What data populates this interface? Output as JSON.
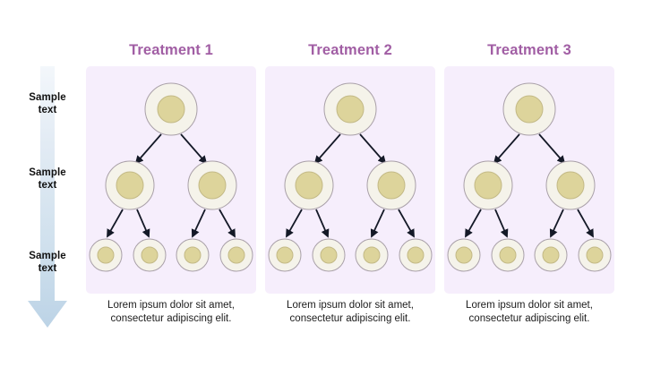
{
  "figure": {
    "background_color": "#ffffff",
    "panel_color": "#f6eefc",
    "title_color": "#a15ea4",
    "cell_outer_color": "#f5f3ea",
    "cell_outer_stroke": "#a9a0a8",
    "cell_inner_color": "#ddd49b",
    "cell_inner_stroke": "#c3b986",
    "arrow_color": "#141927",
    "axis_arrow_top_color": "#eaf0f7",
    "axis_arrow_bottom_color": "#bcd3e6"
  },
  "axis": {
    "name": "stage-progression-arrow",
    "stages": [
      {
        "line1": "Sample",
        "line2": "text"
      },
      {
        "line1": "Sample",
        "line2": "text"
      },
      {
        "line1": "Sample",
        "line2": "text"
      }
    ]
  },
  "panels": [
    {
      "title": "Treatment 1",
      "caption_line1": "Lorem ipsum dolor sit amet,",
      "caption_line2": "consectetur adipiscing elit."
    },
    {
      "title": "Treatment 2",
      "caption_line1": "Lorem ipsum dolor sit amet,",
      "caption_line2": "consectetur adipiscing elit."
    },
    {
      "title": "Treatment 3",
      "caption_line1": "Lorem ipsum dolor sit amet,",
      "caption_line2": "consectetur adipiscing elit."
    }
  ],
  "tree": {
    "levels": [
      {
        "name": "level-1",
        "count": 1,
        "outer_radius": 29,
        "inner_radius": 15
      },
      {
        "name": "level-2",
        "count": 2,
        "outer_radius": 27,
        "inner_radius": 15
      },
      {
        "name": "level-3",
        "count": 4,
        "outer_radius": 18,
        "inner_radius": 9
      }
    ],
    "arrow_count_per_panel": 6
  }
}
